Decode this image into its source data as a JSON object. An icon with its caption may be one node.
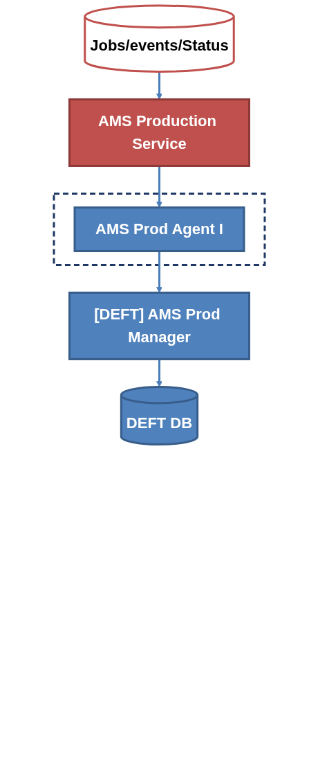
{
  "diagram": {
    "nodes": [
      {
        "text": [
          "Jobs/events/Status"
        ]
      },
      {
        "text": [
          "AMS Production Service"
        ]
      },
      {
        "text": [],
        "shape": "box"
      },
      {
        "text": [
          "AMS Prod Agent I"
        ],
        "in": 2
      },
      {
        "text": [
          "[DEFT] AMS Prod Manager"
        ]
      },
      {
        "text": [
          "DEFT DB"
        ]
      }
    ],
    "edges": [
      {
        "from": 0,
        "to": 1,
        "arrow": "to"
      },
      {
        "from": 1,
        "to": 3,
        "arrow": "to"
      },
      {
        "from": 3,
        "to": 4,
        "arrow": "to"
      },
      {
        "from": 4,
        "to": 5,
        "arrow": "to"
      }
    ]
  }
}
